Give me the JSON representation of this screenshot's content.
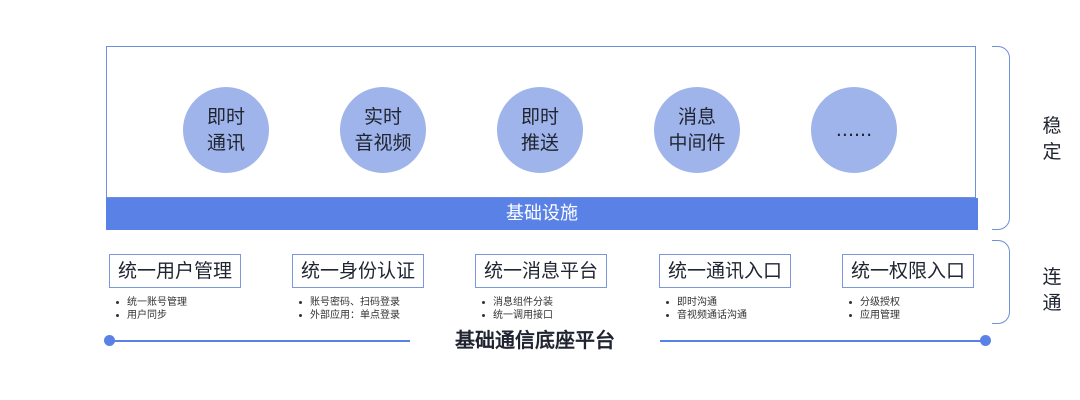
{
  "services": [
    {
      "label": "即时\n通讯"
    },
    {
      "label": "实时\n音视频"
    },
    {
      "label": "即时\n推送"
    },
    {
      "label": "消息\n中间件"
    },
    {
      "label": "......"
    }
  ],
  "infrastructure": {
    "label": "基础设施"
  },
  "brackets": {
    "stable": "稳\n定",
    "connect": "连\n通"
  },
  "modules": [
    {
      "title": "统一用户管理",
      "items": [
        "统一账号管理",
        "用户同步"
      ]
    },
    {
      "title": "统一身份认证",
      "items": [
        "账号密码、扫码登录",
        "外部应用：单点登录"
      ]
    },
    {
      "title": "统一消息平台",
      "items": [
        "消息组件分装",
        "统一调用接口"
      ]
    },
    {
      "title": "统一通讯入口",
      "items": [
        "即时沟通",
        "音视频通话沟通"
      ]
    },
    {
      "title": "统一权限入口",
      "items": [
        "分级授权",
        "应用管理"
      ]
    }
  ],
  "platform": {
    "label": "基础通信底座平台"
  },
  "colors": {
    "accent": "#5a82e6",
    "circle": "#9fb4ea",
    "border": "#6f8fd9"
  }
}
